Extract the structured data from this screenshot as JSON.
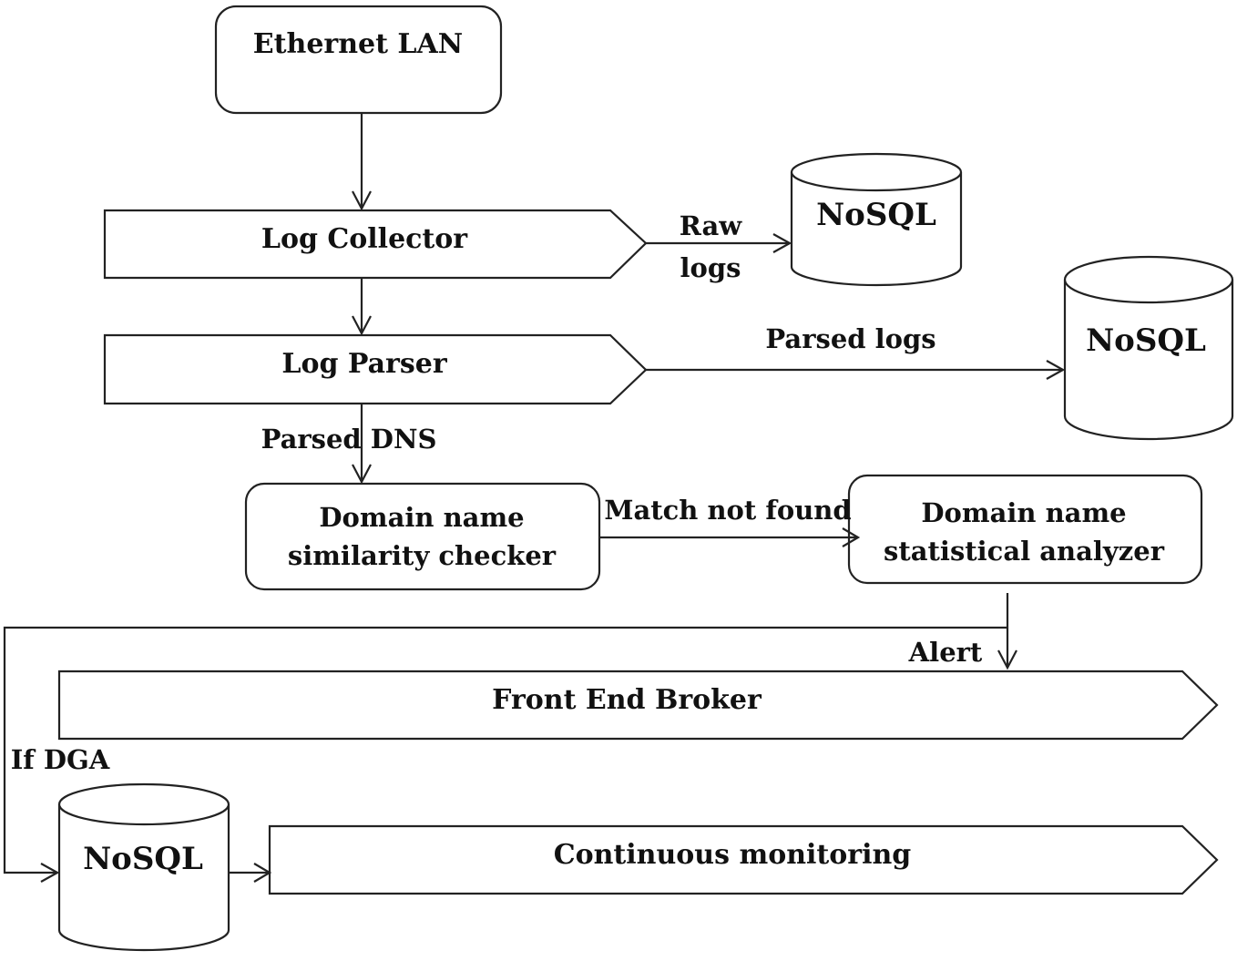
{
  "nodes": {
    "ethernet_lan": "Ethernet LAN",
    "log_collector": "Log Collector",
    "log_parser": "Log Parser",
    "similarity_checker": [
      "Domain name",
      "similarity checker"
    ],
    "statistical_analyzer": [
      "Domain name",
      "statistical analyzer"
    ],
    "front_end_broker": "Front End Broker",
    "continuous_monitoring": "Continuous monitoring",
    "nosql_raw": "NoSQL",
    "nosql_parsed": "NoSQL",
    "nosql_dga": "NoSQL"
  },
  "edges": {
    "raw_logs": [
      "Raw",
      "logs"
    ],
    "parsed_logs": "Parsed logs",
    "parsed_dns": "Parsed DNS",
    "match_not_found": "Match not found",
    "alert": "Alert",
    "if_dga": "If DGA"
  }
}
